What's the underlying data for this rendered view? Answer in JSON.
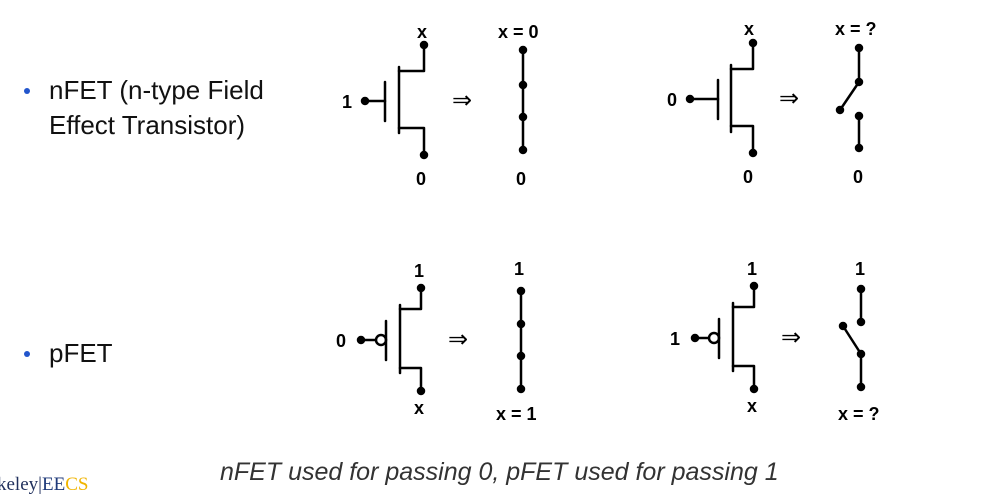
{
  "bullets": {
    "nfet_line1": "nFET (n-type Field",
    "nfet_line2": "Effect Transistor)",
    "pfet": "pFET"
  },
  "labels": {
    "nfet_on_gate": "1",
    "nfet_on_drain": "x",
    "nfet_on_source": "0",
    "nfet_on_switch_top": "x = 0",
    "nfet_on_switch_bottom": "0",
    "nfet_off_gate": "0",
    "nfet_off_drain": "x",
    "nfet_off_source": "0",
    "nfet_off_switch_top": "x = ?",
    "nfet_off_switch_bottom": "0",
    "pfet_off_gate": "0",
    "pfet_off_source": "1",
    "pfet_off_drain": "x",
    "pfet_off_switch_top": "1",
    "pfet_off_switch_bottom": "x = 1",
    "pfet_on_gate": "1",
    "pfet_on_source": "1",
    "pfet_on_drain": "x",
    "pfet_on_switch_top": "1",
    "pfet_on_switch_bottom": "x = ?",
    "arrow": "⇒"
  },
  "caption": "nFET used for passing 0,  pFET used for passing 1",
  "logo": {
    "part1": "keley",
    "separator": "|",
    "part2": "EE",
    "part3": "CS"
  },
  "colors": {
    "bullet_dot": "#2255cc",
    "logo_blue": "#1f3a7a",
    "logo_gold": "#f0b400"
  }
}
